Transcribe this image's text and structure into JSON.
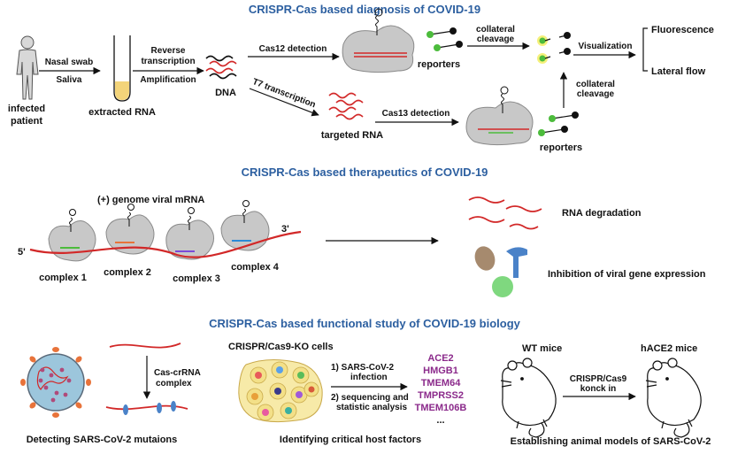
{
  "sections": {
    "diagnosis": {
      "title": "CRISPR-Cas based diagnosis of COVID-19",
      "patient_line1": "infected",
      "patient_line2": "patient",
      "sample_line1": "Nasal swab",
      "sample_line2": "Saliva",
      "extracted_rna": "extracted RNA",
      "rt_line1": "Reverse",
      "rt_line2": "transcription",
      "rt_line3": "Amplification",
      "dna": "DNA",
      "cas12": "Cas12 detection",
      "t7": "T7 transcription",
      "targeted_rna": "targeted RNA",
      "cas13": "Cas13 detection",
      "reporters_top": "reporters",
      "reporters_bottom": "reporters",
      "collateral_top_1": "collateral",
      "collateral_top_2": "cleavage",
      "collateral_bottom_1": "collateral",
      "collateral_bottom_2": "cleavage",
      "visualization": "Visualization",
      "fluorescence": "Fluorescence",
      "lateral_flow": "Lateral flow"
    },
    "therapeutics": {
      "title": "CRISPR-Cas based therapeutics of COVID-19",
      "genome_label": "(+) genome viral mRNA",
      "five_prime": "5'",
      "three_prime": "3'",
      "complexes": [
        "complex 1",
        "complex 2",
        "complex 3",
        "complex 4"
      ],
      "rna_degradation": "RNA  degradation",
      "inhibition": "Inhibition of viral gene expression"
    },
    "functional": {
      "title": "CRISPR-Cas based functional study of  COVID-19 biology",
      "cas_crrna_1": "Cas-crRNA",
      "cas_crrna_2": "complex",
      "detecting": "Detecting SARS-CoV-2 mutaions",
      "ko_cells": "CRISPR/Cas9-KO cells",
      "step1_1": "1) SARS-CoV-2",
      "step1_2": "infection",
      "step2_1": "2) sequencing and",
      "step2_2": "statistic analysis",
      "genes": [
        "ACE2",
        "HMGB1",
        "TMEM64",
        "TMPRSS2",
        "TMEM106B",
        "..."
      ],
      "identifying": "Identifying critical host factors",
      "wt_mice": "WT mice",
      "hace2_mice": "hACE2 mice",
      "crispr_cas9": "CRISPR/Cas9",
      "knock_in": "konck in",
      "establishing": "Establishing animal models of SARS-CoV-2"
    }
  },
  "colors": {
    "title_blue": "#2c5fa0",
    "rna_red": "#d22828",
    "reporter_green": "#4cbc3c",
    "complex_gray": "#c8c8c8",
    "gene_purple": "#8b2a8b",
    "spike_orange": "#e8733a",
    "virus_blue": "#9cc6dc"
  }
}
